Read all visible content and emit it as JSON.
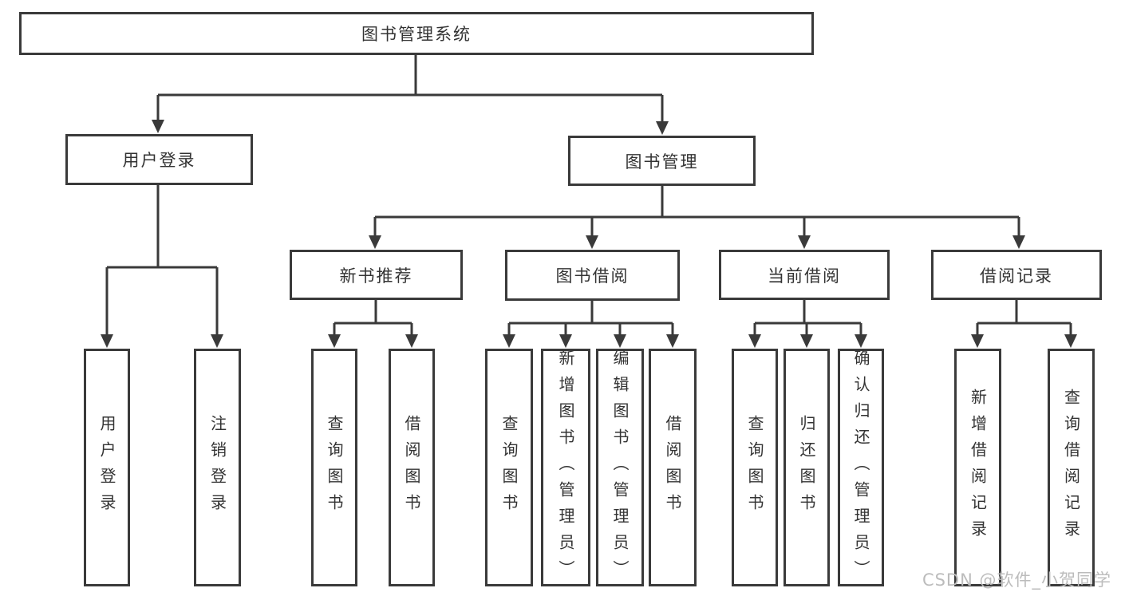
{
  "tree": {
    "label": "图书管理系统",
    "children": [
      {
        "label": "用户登录",
        "children": [
          {
            "label": "用户登录"
          },
          {
            "label": "注销登录"
          }
        ]
      },
      {
        "label": "图书管理",
        "children": [
          {
            "label": "新书推荐",
            "children": [
              {
                "label": "查询图书"
              },
              {
                "label": "借阅图书"
              }
            ]
          },
          {
            "label": "图书借阅",
            "children": [
              {
                "label": "查询图书"
              },
              {
                "label": "新增图书（管理员）"
              },
              {
                "label": "编辑图书（管理员）"
              },
              {
                "label": "借阅图书"
              }
            ]
          },
          {
            "label": "当前借阅",
            "children": [
              {
                "label": "查询图书"
              },
              {
                "label": "归还图书"
              },
              {
                "label": "确认归还（管理员）"
              }
            ]
          },
          {
            "label": "借阅记录",
            "children": [
              {
                "label": "新增借阅记录"
              },
              {
                "label": "查询借阅记录"
              }
            ]
          }
        ]
      }
    ]
  },
  "watermark": "CSDN @软件_小贺同学",
  "colors": {
    "line": "#3a3a3a",
    "text": "#333333",
    "box_background": "#ffffff",
    "watermark": "#bcbcbc"
  }
}
